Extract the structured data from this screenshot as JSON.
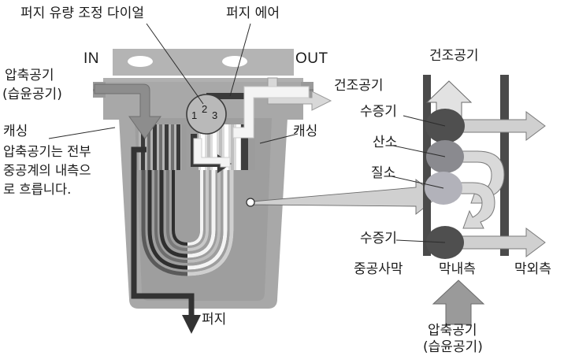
{
  "diagram": {
    "title_context": "membrane air dryer cross-section with hollow fiber membrane detail",
    "left_unit": {
      "callout_top_dial": "퍼지 유량 조정 다이얼",
      "callout_top_purge_air": "퍼지 에어",
      "port_in": "IN",
      "port_out": "OUT",
      "inlet_label_line1": "압축공기",
      "inlet_label_line2": "(습윤공기)",
      "outlet_label": "건조공기",
      "casing_label_left": "캐싱",
      "casing_note_line1": "압축공기는 전부",
      "casing_note_line2": "중공계의 내측으",
      "casing_note_line3": "로 흐릅니다.",
      "casing_label_right": "캐싱",
      "purge_outlet_label": "퍼지",
      "dial_numbers": [
        "1",
        "2",
        "3"
      ]
    },
    "right_detail": {
      "top_label": "건조공기",
      "molecule_labels": [
        "수증기",
        "산소",
        "질소"
      ],
      "bottom_molecule_label": "수증기",
      "axis_label_membrane": "중공사막",
      "axis_label_inside": "막내측",
      "axis_label_outside": "막외측",
      "inlet_label_line1": "압축공기",
      "inlet_label_line2": "(습윤공기)"
    },
    "colors": {
      "casing_fill": "#a8a8a8",
      "casing_top": "#b4b4b4",
      "housing_dark": "#8f8f8f",
      "fiber_dark": "#3b3b3b",
      "fiber_light": "#f2f2f2",
      "arrow_light": "#d6d6d6",
      "arrow_mid": "#9a9a9a",
      "wall_dark": "#4a4a4a",
      "molecule_vapor": "#4f4f4f",
      "molecule_oxygen": "#8a8a8f",
      "molecule_nitrogen": "#b0b0b8",
      "outline": "#2b2b2b",
      "text": "#1a1a1a"
    }
  }
}
